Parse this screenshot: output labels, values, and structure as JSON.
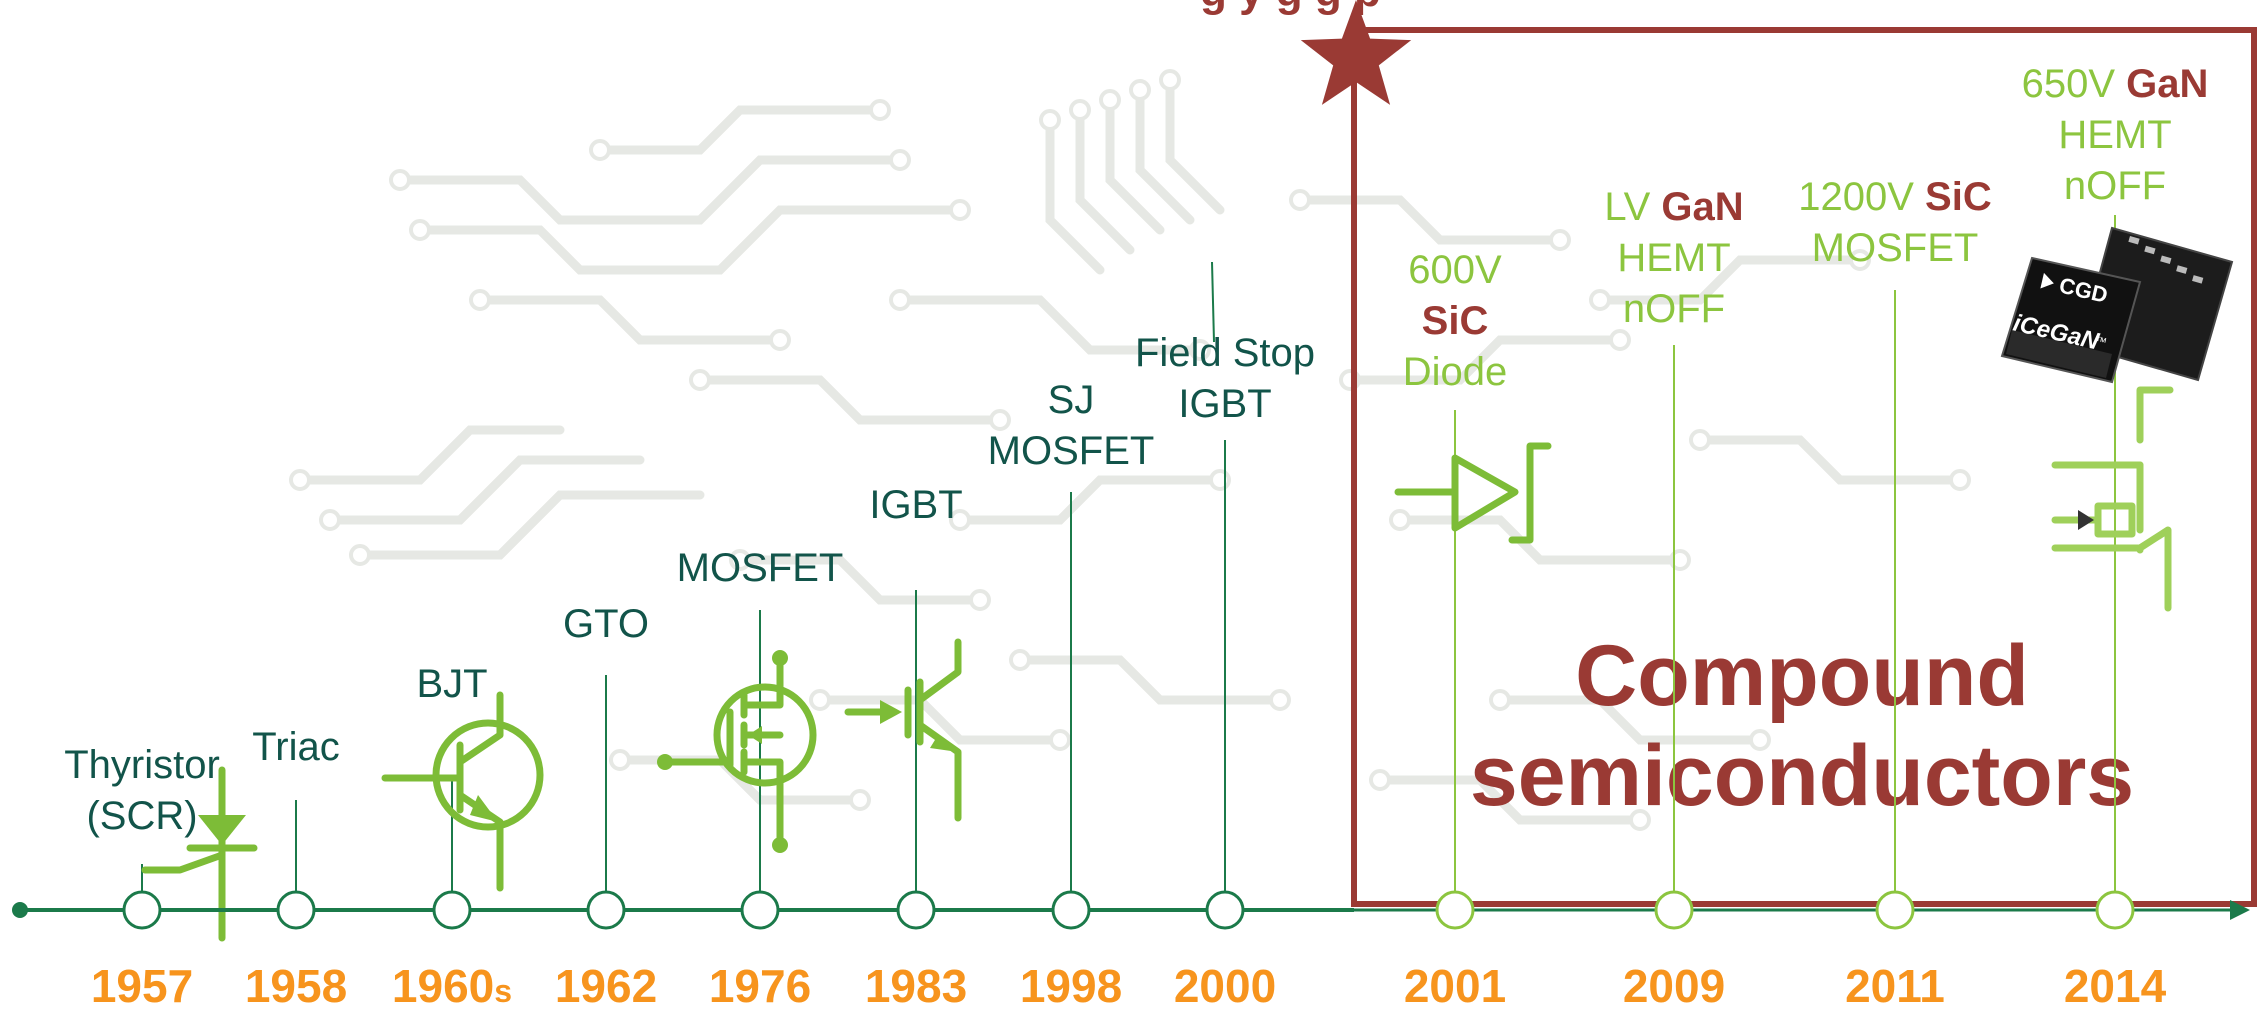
{
  "colors": {
    "dark_label": "#12544a",
    "green_label": "#8cc53f",
    "green_symbol": "#7dbc37",
    "red_accent": "#9a3a34",
    "orange_year": "#f7941d",
    "timeline": "#1b7a4a",
    "circuit": "#e6e8e4"
  },
  "header_partial": "g     y       g     g      p",
  "milestones": [
    {
      "year": "1957",
      "lines": [
        "Thyristor",
        "(SCR)"
      ],
      "group": "silicon",
      "symbol": "thyristor-icon"
    },
    {
      "year": "1958",
      "lines": [
        "Triac"
      ],
      "group": "silicon",
      "symbol": ""
    },
    {
      "year": "1960",
      "year_suffix": "s",
      "lines": [
        "BJT"
      ],
      "group": "silicon",
      "symbol": "bjt-icon"
    },
    {
      "year": "1962",
      "lines": [
        "GTO"
      ],
      "group": "silicon",
      "symbol": ""
    },
    {
      "year": "1976",
      "lines": [
        "MOSFET"
      ],
      "group": "silicon",
      "symbol": "mosfet-icon"
    },
    {
      "year": "1983",
      "lines": [
        "IGBT"
      ],
      "group": "silicon",
      "symbol": "igbt-icon"
    },
    {
      "year": "1998",
      "lines": [
        "SJ",
        "MOSFET"
      ],
      "group": "silicon",
      "symbol": ""
    },
    {
      "year": "2000",
      "lines": [
        "Field Stop",
        "IGBT"
      ],
      "group": "silicon",
      "symbol": ""
    },
    {
      "year": "2001",
      "lines": [
        "600V",
        "SiC",
        "Diode"
      ],
      "bold_word": "SiC",
      "group": "compound",
      "symbol": "diode-icon"
    },
    {
      "year": "2009",
      "lines": [
        "LV GaN",
        "HEMT",
        "nOFF"
      ],
      "bold_word": "GaN",
      "group": "compound",
      "symbol": ""
    },
    {
      "year": "2011",
      "lines": [
        "1200V SiC",
        "MOSFET"
      ],
      "bold_word": "SiC",
      "group": "compound",
      "symbol": ""
    },
    {
      "year": "2014",
      "lines": [
        "650V GaN",
        "HEMT",
        "nOFF"
      ],
      "bold_word": "GaN",
      "group": "compound",
      "symbol": "hemt-icon"
    }
  ],
  "compound_box": {
    "title_line1": "Compound",
    "title_line2": "semiconductors"
  },
  "chip": {
    "brand": "CGD",
    "product": "iCeGaN",
    "trademark": "™"
  }
}
